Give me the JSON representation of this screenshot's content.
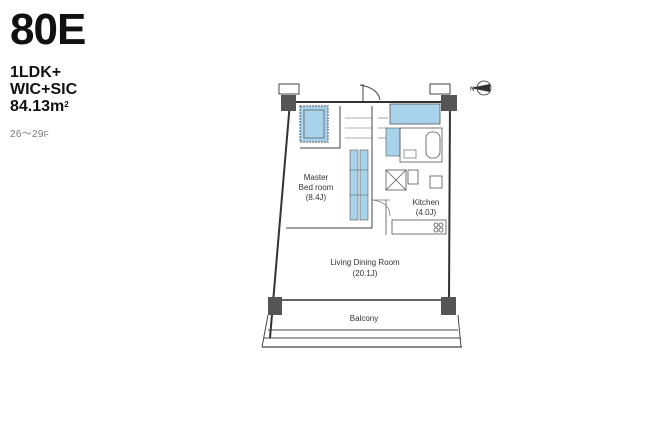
{
  "unit": {
    "code": "80E",
    "plan_type_line1": "1LDK+",
    "plan_type_line2": "WIC+SIC",
    "area_value": "84.13m",
    "area_sup": "2",
    "floors_range": "26～29",
    "floors_suffix": "F"
  },
  "compass": {
    "label": "N"
  },
  "rooms": {
    "master_line1": "Master",
    "master_line2": "Bed room",
    "master_size": "(8.4J)",
    "kitchen_name": "Kitchen",
    "kitchen_size": "(4.0J)",
    "ldk_name": "Living Dining Room",
    "ldk_size": "(20.1J)",
    "balcony_name": "Balcony"
  },
  "colors": {
    "wet_area": "#a9d3ea",
    "wall": "#333333",
    "pillar": "#555555"
  }
}
